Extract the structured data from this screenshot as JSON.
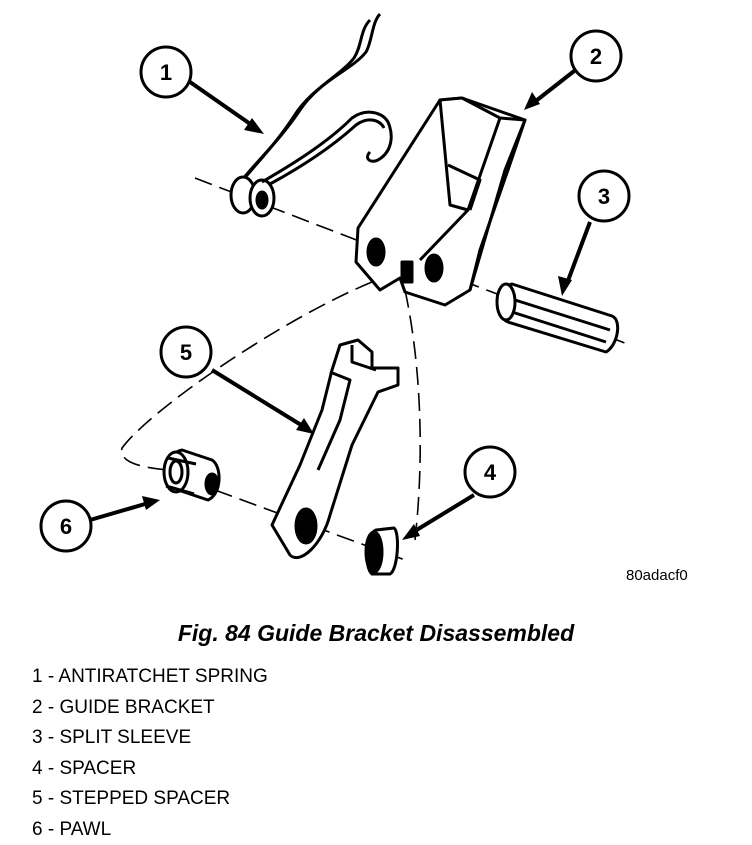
{
  "figure": {
    "image_code": "80adacf0",
    "callouts": [
      {
        "id": "1",
        "label": "1"
      },
      {
        "id": "2",
        "label": "2"
      },
      {
        "id": "3",
        "label": "3"
      },
      {
        "id": "4",
        "label": "4"
      },
      {
        "id": "5",
        "label": "5"
      },
      {
        "id": "6",
        "label": "6"
      }
    ]
  },
  "caption": "Fig. 84 Guide Bracket Disassembled",
  "legend": [
    "1 - ANTIRATCHET SPRING",
    "2 - GUIDE BRACKET",
    "3 - SPLIT SLEEVE",
    "4 - SPACER",
    "5 - STEPPED SPACER",
    "6 - PAWL"
  ]
}
